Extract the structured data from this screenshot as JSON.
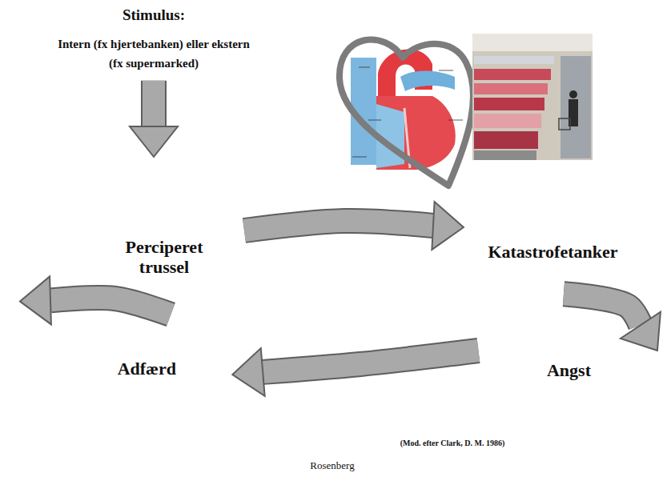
{
  "diagram": {
    "nodes": [
      {
        "text": [
          "Stimulus:",
          "Intern (fx hjertebanken) eller ekstern (fx supermarked)"
        ]
      },
      {
        "text": [
          "Perciperet trussel"
        ]
      },
      {
        "text": [
          "Katastrofetanker"
        ]
      },
      {
        "text": [
          "Angst"
        ]
      },
      {
        "text": [
          "Adfærd"
        ]
      }
    ],
    "edges": [
      {
        "from": 0,
        "to": 1,
        "arrow": "to"
      },
      {
        "from": 1,
        "to": 2,
        "arrow": "to"
      },
      {
        "from": 2,
        "to": 3,
        "arrow": "to"
      },
      {
        "from": 3,
        "to": 4,
        "arrow": "to"
      },
      {
        "from": 4,
        "to": 1,
        "arrow": "to"
      }
    ],
    "labels": [
      "(Mod. efter Clark, D. M. 1986)",
      "Rosenberg"
    ]
  }
}
